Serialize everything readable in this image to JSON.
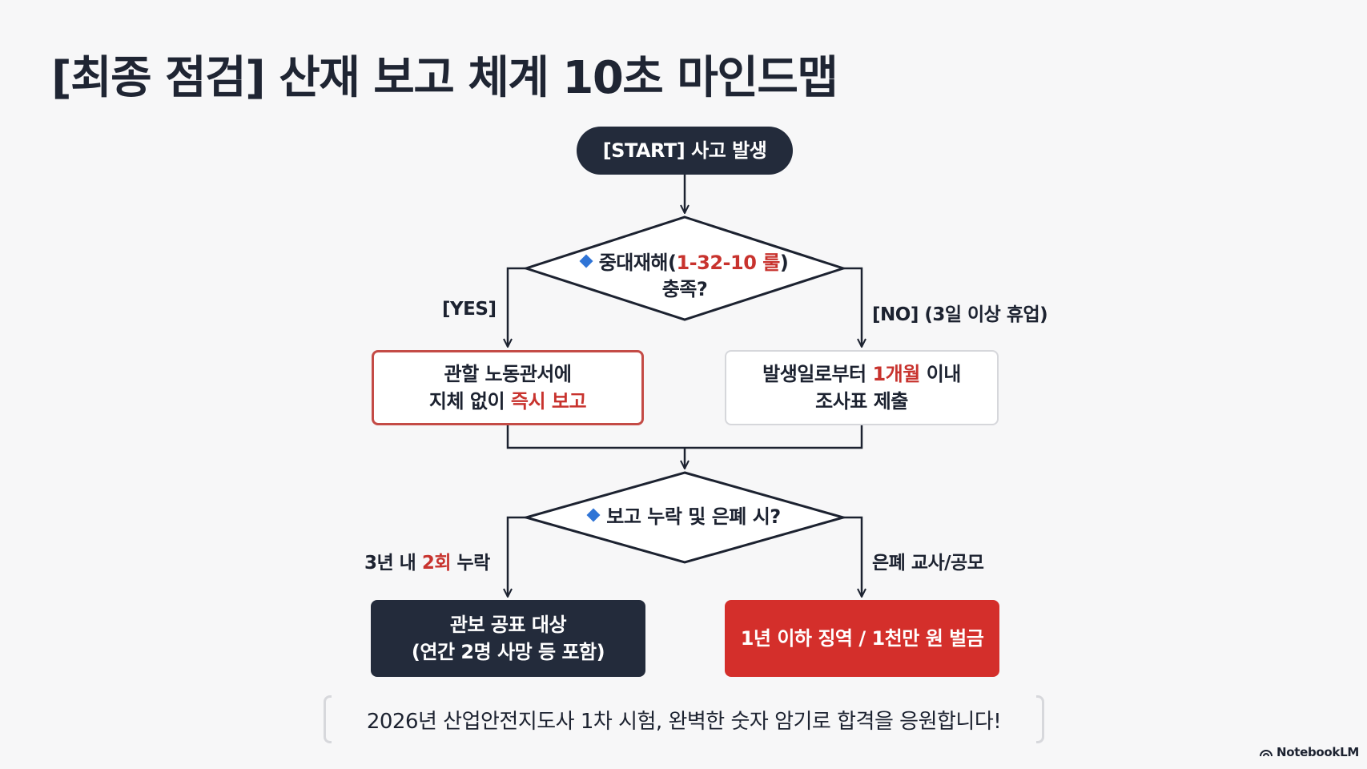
{
  "title": "[최종 점검] 산재 보고 체계 10초 마인드맵",
  "nodes": {
    "start": "[START] 사고 발생",
    "decision1": {
      "line1_pre": "중대재해(",
      "line1_highlight": "1-32-10 룰",
      "line1_post": ")",
      "line2": "충족?"
    },
    "yes_box": {
      "line1": "관할 노동관서에",
      "line2_pre": "지체 없이 ",
      "line2_highlight": "즉시 보고"
    },
    "no_box": {
      "line1_pre": "발생일로부터 ",
      "line1_highlight": "1개월",
      "line1_post": " 이내",
      "line2": "조사표 제출"
    },
    "decision2": "보고 누락 및 은폐 시?",
    "publish_box": {
      "line1": "관보 공표 대상",
      "line2": "(연간 2명 사망 등 포함)"
    },
    "penalty_box": "1년 이하 징역 / 1천만 원 벌금"
  },
  "edge_labels": {
    "yes": "[YES]",
    "no": "[NO] (3일 이상 휴업)",
    "missing_pre": "3년 내 ",
    "missing_highlight": "2회",
    "missing_post": " 누락",
    "conceal": "은폐 교사/공모"
  },
  "footer": "2026년 산업안전지도사 1차 시험, 완벽한 숫자 암기로 합격을 응원합니다!",
  "brand": "NotebookLM",
  "colors": {
    "dark": "#232b3b",
    "accent_red": "#d42f2b",
    "highlight_text": "#c8332e",
    "diamond_icon": "#2f74d6"
  }
}
